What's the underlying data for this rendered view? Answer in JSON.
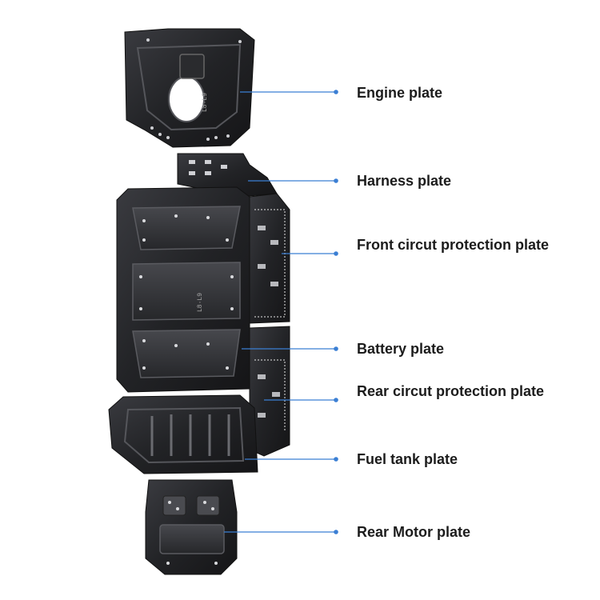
{
  "colors": {
    "plate_dark": "#1d1d1f",
    "plate_mid": "#2f3034",
    "plate_light": "#4a4b50",
    "leader": "#3b7fd4",
    "label_text": "#1c1c1c"
  },
  "parts": [
    {
      "id": "engine",
      "label": "Engine plate"
    },
    {
      "id": "harness",
      "label": "Harness plate"
    },
    {
      "id": "front-circuit",
      "label": "Front circut protection plate"
    },
    {
      "id": "battery",
      "label": "Battery plate"
    },
    {
      "id": "rear-circuit",
      "label": "Rear circut protection plate"
    },
    {
      "id": "fuel-tank",
      "label": "Fuel tank plate"
    },
    {
      "id": "rear-motor",
      "label": "Rear Motor plate"
    }
  ],
  "engraving": "L8·L9"
}
